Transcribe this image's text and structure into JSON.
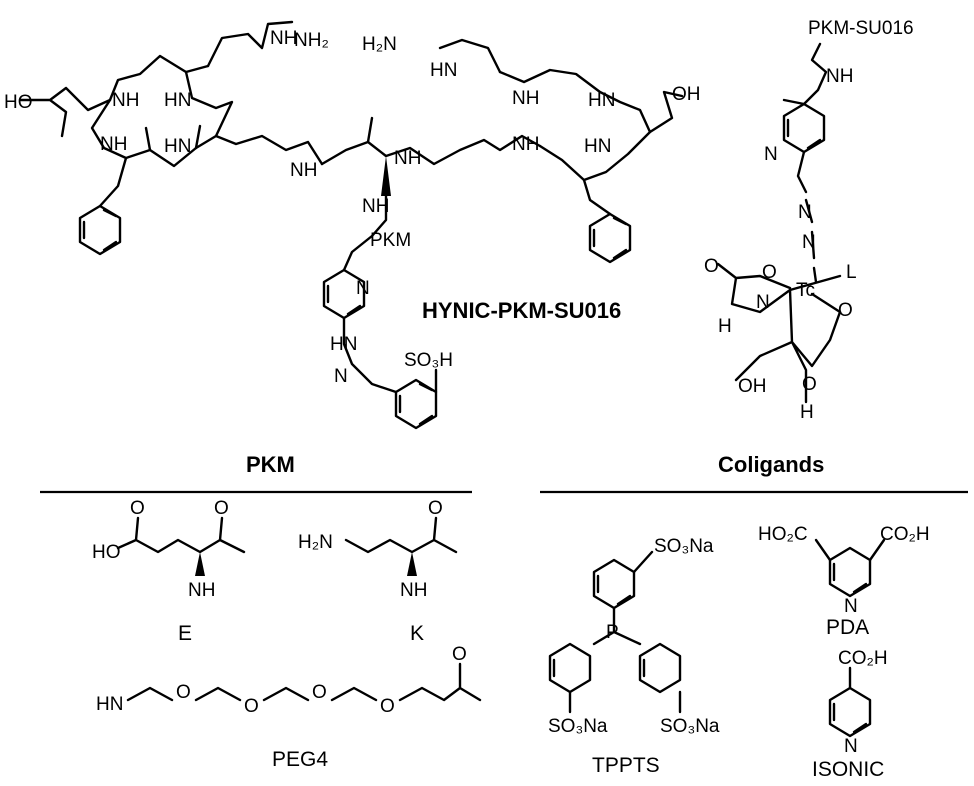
{
  "labels": {
    "main_compound": "HYNIC-PKM-SU016",
    "pkm_heading": "PKM",
    "coligands_heading": "Coligands",
    "pkm_E": "E",
    "pkm_K": "K",
    "pkm_PEG4": "PEG4",
    "col_TPPTS": "TPPTS",
    "col_PDA": "PDA",
    "col_ISONIC": "ISONIC",
    "complex_top": "PKM-SU016"
  },
  "atoms": {
    "nh": "NH",
    "hn": "HN",
    "nh2": "NH",
    "h2n": "H₂N",
    "h": "H",
    "n": "N",
    "o": "O",
    "ho": "HO",
    "oh": "OH",
    "pkm": "PKM",
    "so3h": "SO₃H",
    "so3na": "SO₃Na",
    "co2h": "CO₂H",
    "ho2c": "HO₂C",
    "p": "P",
    "tc": "Tc",
    "l": "L",
    "nh2full": "NH₂",
    "hnequal": "HN"
  }
}
